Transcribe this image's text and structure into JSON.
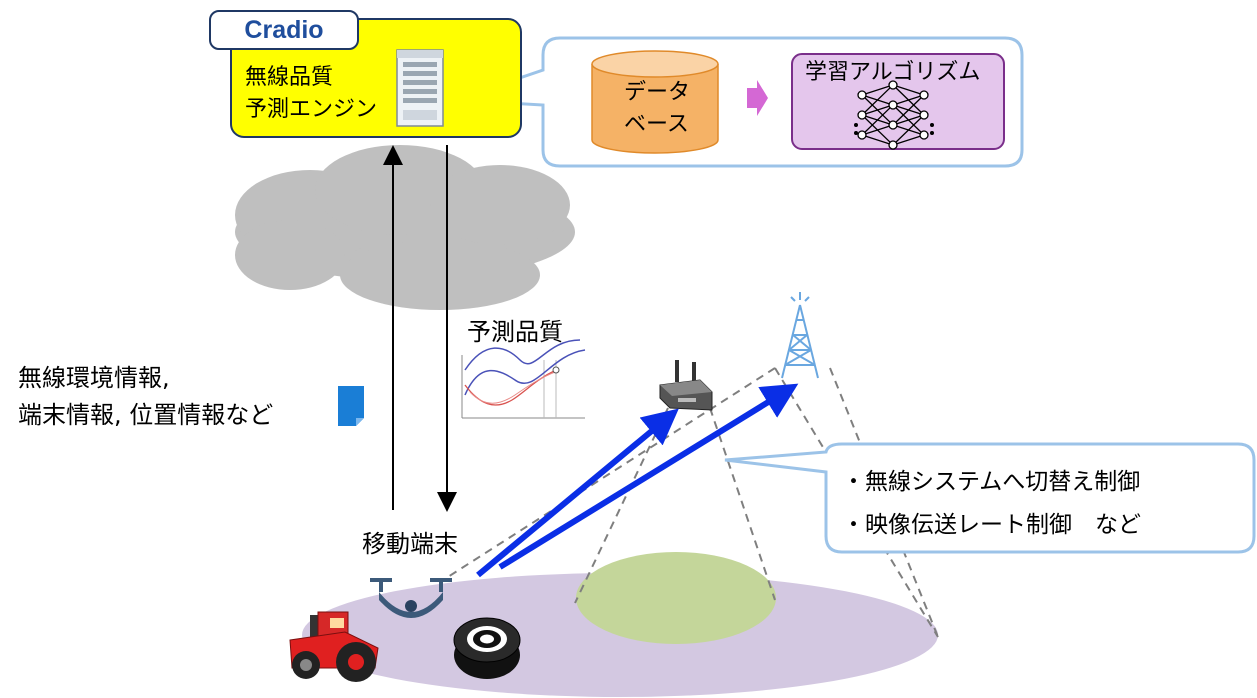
{
  "engine": {
    "brand": "Cradio",
    "name_line1": "無線品質",
    "name_line2": "予測エンジン"
  },
  "pipeline": {
    "database_line1": "データ",
    "database_line2": "ベース",
    "algorithm": "学習アルゴリズム"
  },
  "labels": {
    "predicted_quality": "予測品質",
    "uplink_info_line1": "無線環境情報,",
    "uplink_info_line2": "端末情報, 位置情報など",
    "mobile_terminal": "移動端末"
  },
  "control": {
    "item1": "・無線システムへ切替え制御",
    "item2": "・映像伝送レート制御　など"
  },
  "colors": {
    "engine_fill": "#ffff00",
    "database_fill": "#f5b266",
    "algorithm_fill": "#e4c6ec",
    "callout_border": "#9cc3e8",
    "arrow_blue": "#0a2ee6",
    "coverage_large": "#d3c8e1",
    "coverage_small": "#c4d69a",
    "cloud": "#bfbfbf"
  },
  "icons": [
    "server-icon",
    "cloud-icon",
    "document-icon",
    "neural-network-icon",
    "router-icon",
    "cell-tower-icon",
    "drone-icon",
    "tractor-icon",
    "robot-vacuum-icon",
    "graph-icon"
  ]
}
